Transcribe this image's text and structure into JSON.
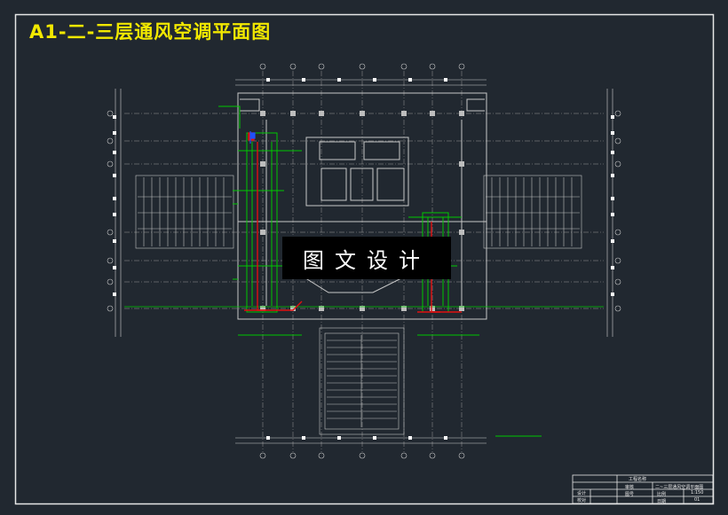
{
  "title": "A1-二-三层通风空调平面图",
  "watermark": "图文设计",
  "title_block": {
    "project": "工程名称",
    "drawing_name": "二~三层通风空调平面图",
    "scale": "1:150",
    "labels": [
      "设计",
      "校对",
      "审核"
    ],
    "values": [
      "图号",
      "比例",
      "日期"
    ],
    "sheet": "01"
  },
  "colors": {
    "background": "#212830",
    "frame": "#e6e6e6",
    "title": "#f2e800",
    "wall": "#c8c8c8",
    "duct": "#00c800",
    "pipe_red": "#e01010",
    "pipe_blue": "#2050ff"
  }
}
